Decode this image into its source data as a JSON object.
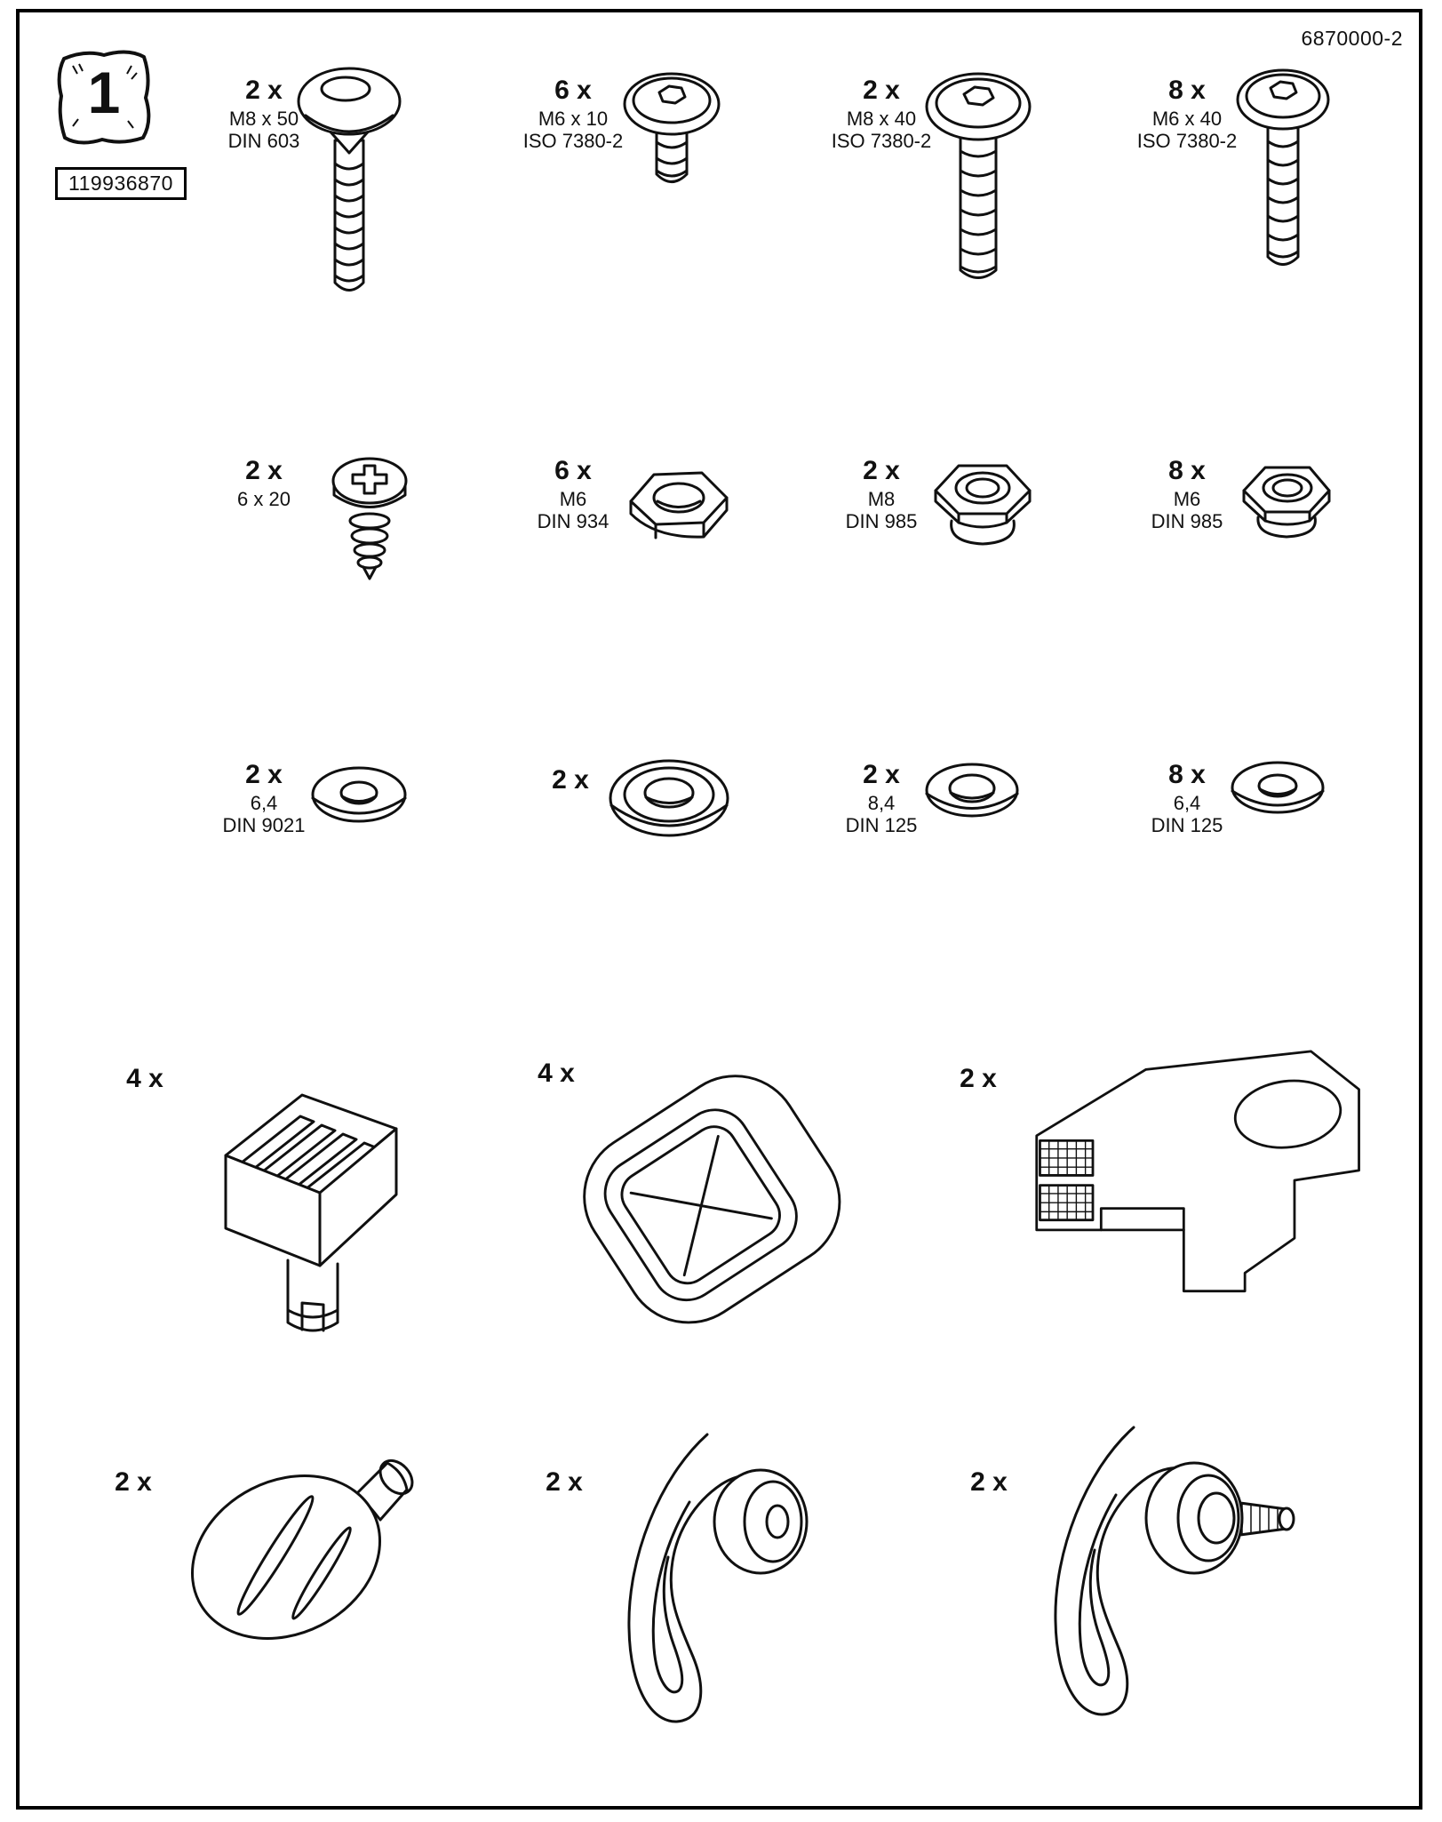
{
  "page": {
    "doc_number": "6870000-2",
    "bag_number": "1",
    "part_code": "119936870"
  },
  "items": [
    {
      "qty": "2 x",
      "spec1": "M8 x 50",
      "spec2": "DIN 603",
      "part": "carriage-bolt"
    },
    {
      "qty": "6 x",
      "spec1": "M6 x 10",
      "spec2": "ISO 7380-2",
      "part": "button-head-screw-short"
    },
    {
      "qty": "2 x",
      "spec1": "M8 x 40",
      "spec2": "ISO 7380-2",
      "part": "button-head-screw-m8"
    },
    {
      "qty": "8 x",
      "spec1": "M6 x 40",
      "spec2": "ISO 7380-2",
      "part": "button-head-screw-m6-long"
    },
    {
      "qty": "2 x",
      "spec1": "6 x 20",
      "spec2": "",
      "part": "pan-head-screw"
    },
    {
      "qty": "6 x",
      "spec1": "M6",
      "spec2": "DIN 934",
      "part": "hex-nut"
    },
    {
      "qty": "2 x",
      "spec1": "M8",
      "spec2": "DIN 985",
      "part": "lock-nut-m8"
    },
    {
      "qty": "8 x",
      "spec1": "M6",
      "spec2": "DIN 985",
      "part": "lock-nut-m6"
    },
    {
      "qty": "2 x",
      "spec1": "6,4",
      "spec2": "DIN 9021",
      "part": "large-flat-washer"
    },
    {
      "qty": "2 x",
      "spec1": "",
      "spec2": "",
      "part": "shoulder-washer"
    },
    {
      "qty": "2 x",
      "spec1": "8,4",
      "spec2": "DIN 125",
      "part": "flat-washer-m8"
    },
    {
      "qty": "8 x",
      "spec1": "6,4",
      "spec2": "DIN 125",
      "part": "flat-washer-m6"
    },
    {
      "qty": "4 x",
      "part": "glide-block"
    },
    {
      "qty": "4 x",
      "part": "corner-cap"
    },
    {
      "qty": "2 x",
      "part": "mounting-bracket"
    },
    {
      "qty": "2 x",
      "part": "knob"
    },
    {
      "qty": "2 x",
      "part": "clamp-lever"
    },
    {
      "qty": "2 x",
      "part": "clamp-lever-threaded"
    }
  ]
}
